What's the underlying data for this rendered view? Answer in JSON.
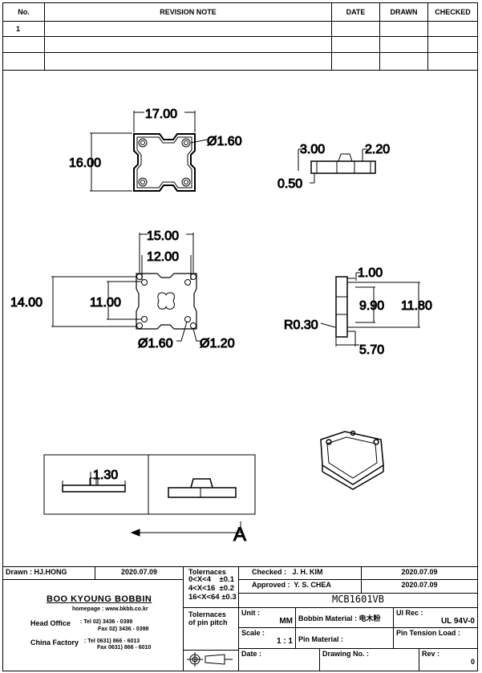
{
  "revision_table": {
    "headers": [
      "No.",
      "REVISION NOTE",
      "DATE",
      "DRAWN",
      "CHECKED"
    ],
    "rows": [
      [
        "1",
        "",
        "",
        "",
        ""
      ],
      [
        "",
        "",
        "",
        "",
        ""
      ],
      [
        "",
        "",
        "",
        "",
        ""
      ]
    ]
  },
  "dimensions": {
    "top_width": "17.00",
    "top_height": "16.00",
    "top_hole": "Ø1.60",
    "front_height": "3.00",
    "front_pin": "2.20",
    "front_standoff": "0.50",
    "bottom_outer": "15.00",
    "bottom_inner": "12.00",
    "bottom_height_outer": "14.00",
    "bottom_height_inner": "11.00",
    "bottom_hole_large": "Ø1.60",
    "bottom_hole_small": "Ø1.20",
    "side_top": "1.00",
    "side_inner": "9.90",
    "side_outer": "11.80",
    "side_radius": "R0.30",
    "side_depth": "5.70",
    "detail_dim": "1.30",
    "section_label": "A"
  },
  "title_block": {
    "drawn_label": "Drawn : HJ.HONG",
    "drawn_date": "2020.07.09",
    "company": "BOO KYOUNG BOBBIN",
    "homepage": "homepage : www.bkbb.co.kr",
    "head_office": "Head Office",
    "head_tel": ": Tel  02) 3436 - 0399",
    "head_fax": "Fax  02) 3436 - 0398",
    "china_factory": "China Factory",
    "china_tel": ": Tel  0631) 866 - 6013",
    "china_fax": "Fax  0631) 866 - 6010",
    "tolerances_title": "Tolernaces",
    "tol_1": "0<X<4    ±0.1",
    "tol_2": "4<X<16  ±0.2",
    "tol_3": "16<X<64 ±0.3",
    "pin_pitch": "Tolernaces of pin pitch",
    "checked_label": "Checked :",
    "checked_name": "J. H. KIM",
    "checked_date": "2020.07.09",
    "approved_label": "Approved :",
    "approved_name": "Y. S. CHEA",
    "approved_date": "2020.07.09",
    "part_number": "MCB1601VB",
    "unit_label": "Unit :",
    "unit_value": "MM",
    "bobbin_material": "Bobbin Material : 电木粉",
    "ul_label": "Ul Rec :",
    "ul_value": "UL 94V-0",
    "scale_label": "Scale :",
    "scale_value": "1 : 1",
    "pin_material": "Pin Material :",
    "pin_tension": "Pin Tension Load :",
    "date_label": "Date :",
    "drawing_no": "Drawing No. :",
    "rev_label": "Rev :",
    "rev_value": "0"
  }
}
